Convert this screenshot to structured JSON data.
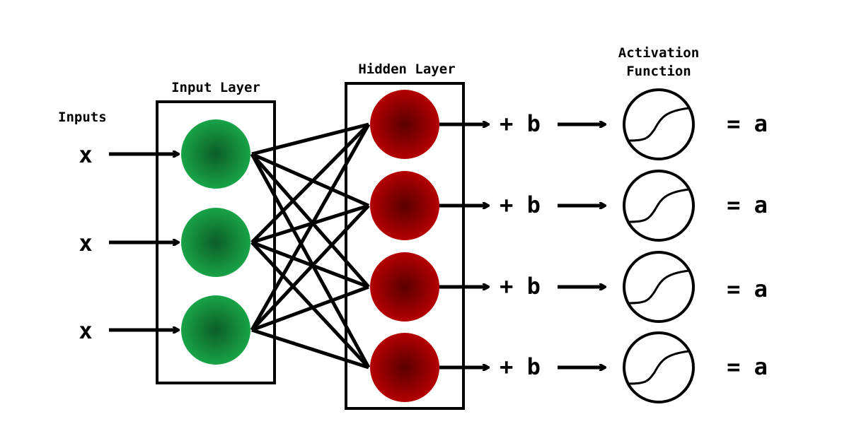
{
  "colors": {
    "input_node": "#19a347",
    "input_node_center": "#0b5e28",
    "hidden_node": "#b50000",
    "hidden_node_center": "#5a0000",
    "stroke": "#000000",
    "background": "#ffffff"
  },
  "labels": {
    "inputs": "Inputs",
    "input_layer": "Input Layer",
    "hidden_layer": "Hidden Layer",
    "activation_line1": "Activation",
    "activation_line2": "Function"
  },
  "inputs": [
    {
      "symbol": "x"
    },
    {
      "symbol": "x"
    },
    {
      "symbol": "x"
    }
  ],
  "hidden_rows": [
    {
      "bias": "+ b",
      "result": "= a"
    },
    {
      "bias": "+ b",
      "result": "= a"
    },
    {
      "bias": "+ b",
      "result": "= a"
    },
    {
      "bias": "+ b",
      "result": "= a"
    }
  ],
  "activation_icon": "sigmoid-curve-icon",
  "connections": "fully-connected"
}
